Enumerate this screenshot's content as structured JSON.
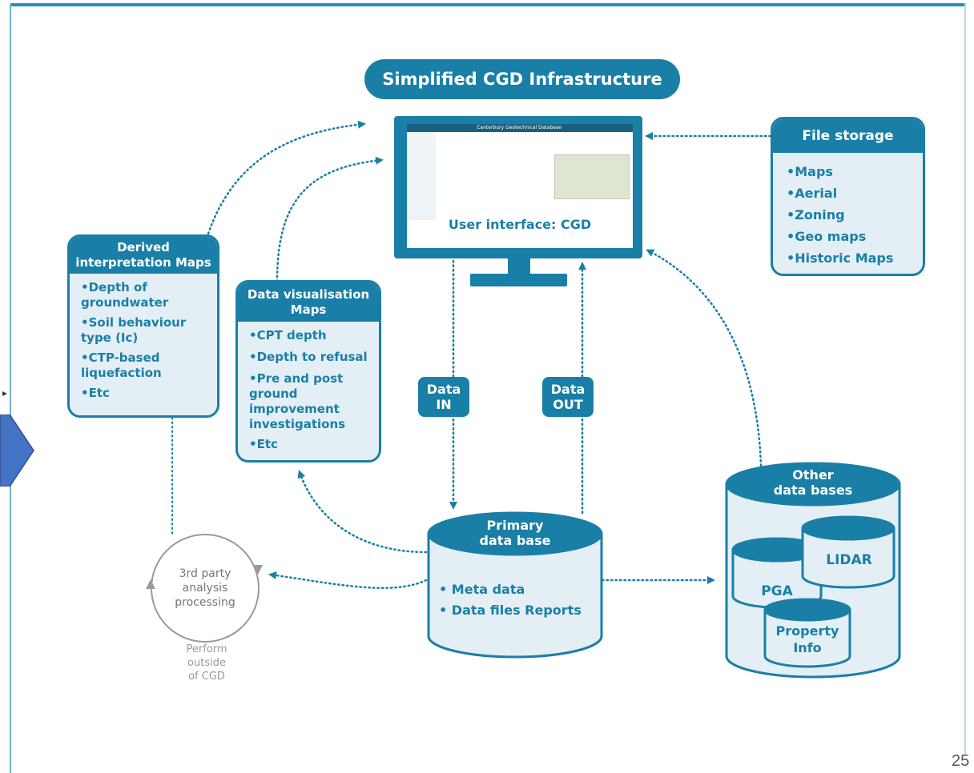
{
  "title": "Simplified CGD Infrastructure",
  "monitor": {
    "screen_title": "Canterbury Geotechnical Database",
    "caption": "User interface: CGD"
  },
  "file_storage": {
    "header": "File storage",
    "items": [
      "Maps",
      "Aerial",
      "Zoning",
      "Geo maps",
      "Historic Maps"
    ]
  },
  "derived_maps": {
    "header_line1": "Derived",
    "header_line2": "interpretation Maps",
    "items": [
      "Depth of groundwater",
      "Soil behaviour type (Ic)",
      "CTP-based liquefaction",
      "Etc"
    ]
  },
  "vis_maps": {
    "header_line1": "Data visualisation",
    "header_line2": "Maps",
    "items": [
      "CPT depth",
      "Depth to refusal",
      "Pre and post ground improvement investigations",
      "Etc"
    ]
  },
  "tags": {
    "data_in": [
      "Data",
      "IN"
    ],
    "data_out": [
      "Data",
      "OUT"
    ]
  },
  "primary_db": {
    "title_line1": "Primary",
    "title_line2": "data base",
    "items": [
      "Meta data",
      "Data files Reports"
    ]
  },
  "other_db": {
    "title_line1": "Other",
    "title_line2": "data bases",
    "lidar": "LIDAR",
    "pga": "PGA",
    "property_line1": "Property",
    "property_line2": "Info"
  },
  "third_party": {
    "line1": "3rd party",
    "line2": "analysis",
    "line3": "processing"
  },
  "note": {
    "line1": "Perform",
    "line2": "outside",
    "line3": "of CGD"
  },
  "page_number": "25",
  "colors": {
    "primary": "#1a7fa6",
    "light_fill": "#e3eff5",
    "grey": "#9a9a9a"
  }
}
